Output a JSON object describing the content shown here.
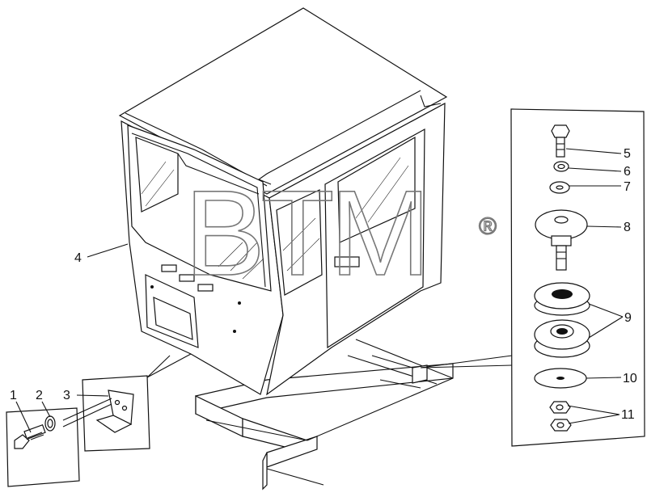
{
  "watermark": {
    "text": "BTM",
    "mark": "®"
  },
  "callouts": [
    "1",
    "2",
    "3",
    "4",
    "5",
    "6",
    "7",
    "8",
    "9",
    "10",
    "11"
  ]
}
